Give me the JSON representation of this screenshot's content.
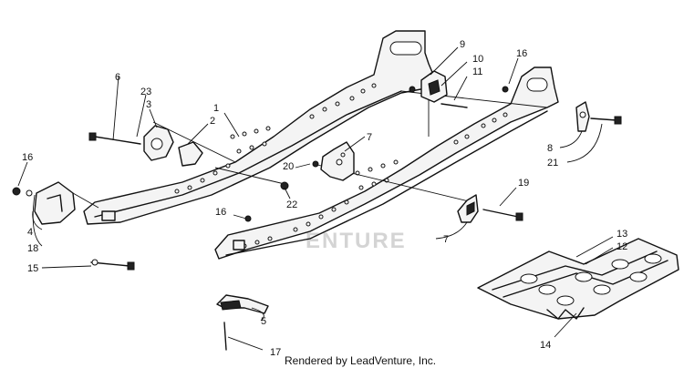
{
  "callouts": {
    "c1": "1",
    "c2": "2",
    "c3": "3",
    "c4": "4",
    "c5": "5",
    "c6": "6",
    "c7a": "7",
    "c7b": "7",
    "c8": "8",
    "c9": "9",
    "c10": "10",
    "c11": "11",
    "c12": "12",
    "c13": "13",
    "c14": "14",
    "c15": "15",
    "c16a": "16",
    "c16b": "16",
    "c16c": "16",
    "c17": "17",
    "c18": "18",
    "c19": "19",
    "c20": "20",
    "c21": "21",
    "c22": "22",
    "c23": "23"
  },
  "watermark": "ENTURE",
  "footer": "Rendered by LeadVenture, Inc."
}
